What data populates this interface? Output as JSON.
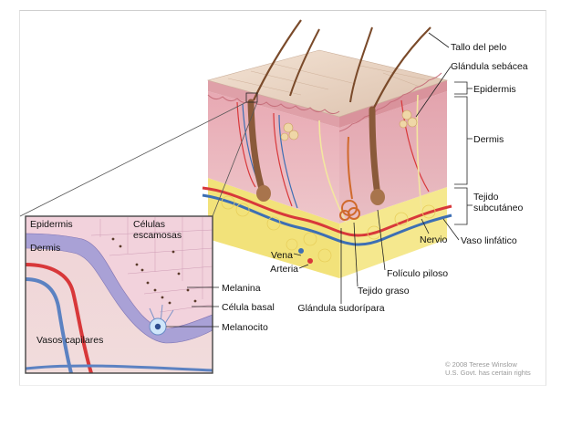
{
  "labels": {
    "tallo": "Tallo del pelo",
    "sebacea": "Glándula sebácea",
    "epidermis": "Epidermis",
    "dermis": "Dermis",
    "tejido1": "Tejido",
    "tejido2": "subcutáneo",
    "vaso": "Vaso linfático",
    "nervio": "Nervio",
    "foliculo": "Folículo piloso",
    "graso": "Tejido graso",
    "sudoripara": "Glándula sudorípara",
    "vena": "Vena",
    "arteria": "Arteria"
  },
  "inset": {
    "epidermis": "Epidermis",
    "celulas1": "Células",
    "celulas2": "escamosas",
    "dermis": "Dermis",
    "melanina": "Melanina",
    "basal": "Célula basal",
    "melanocito": "Melanocito",
    "vasos": "Vasos capilares"
  },
  "credit": {
    "line1": "© 2008 Terese Winslow",
    "line2": "U.S. Govt. has certain rights"
  },
  "colors": {
    "skin_top": "#ead6c4",
    "dermis": "#e9b8c0",
    "fat": "#f2e27a",
    "artery": "#d8383a",
    "vein": "#3d6fb4",
    "hair": "#7a4a2a",
    "basal": "#a9a1d6"
  }
}
